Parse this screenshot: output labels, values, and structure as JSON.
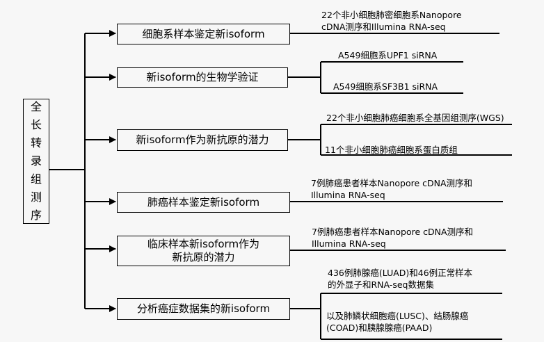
{
  "root": {
    "chars": [
      "全",
      "长",
      "转",
      "录",
      "组",
      "测",
      "序"
    ]
  },
  "branches": [
    {
      "label_lines": [
        "细胞系样本鉴定新isoform"
      ],
      "notes": [
        {
          "lines": [
            "22个非小细胞肺密细胞系Nanopore",
            "cDNA测序和Illumina RNA-seq"
          ]
        }
      ]
    },
    {
      "label_lines": [
        "新isoform的生物学验证"
      ],
      "notes": [
        {
          "lines": [
            "A549细胞系UPF1 siRNA"
          ]
        },
        {
          "lines": [
            "A549细胞系SF3B1 siRNA"
          ]
        }
      ]
    },
    {
      "label_lines": [
        "新isoform作为新抗原的潜力"
      ],
      "notes": [
        {
          "lines": [
            "22个非小细胞肺癌细胞系全基因组测序(WGS)"
          ]
        },
        {
          "lines": [
            "11个非小细胞肺癌细胞系蛋白质组"
          ]
        }
      ]
    },
    {
      "label_lines": [
        "肺癌样本鉴定新isoform"
      ],
      "notes": [
        {
          "lines": [
            "7例肺癌患者样本Nanopore cDNA测序和",
            "Illumina RNA-seq"
          ]
        }
      ]
    },
    {
      "label_lines": [
        "临床样本新isoform作为",
        "新抗原的潜力"
      ],
      "notes": [
        {
          "lines": [
            "7例肺癌患者样本Nanopore cDNA测序和",
            "Illumina RNA-seq"
          ]
        }
      ]
    },
    {
      "label_lines": [
        "分析癌症数据集的新isoform"
      ],
      "notes": [
        {
          "lines": [
            "436例肺腺癌(LUAD)和46例正常样本",
            "的外显子和RNA-seq数据集"
          ]
        },
        {
          "lines": [
            "以及肺鳞状细胞癌(LUSC)、结肠腺癌",
            "(COAD)和胰腺腺癌(PAAD)"
          ]
        }
      ]
    }
  ]
}
